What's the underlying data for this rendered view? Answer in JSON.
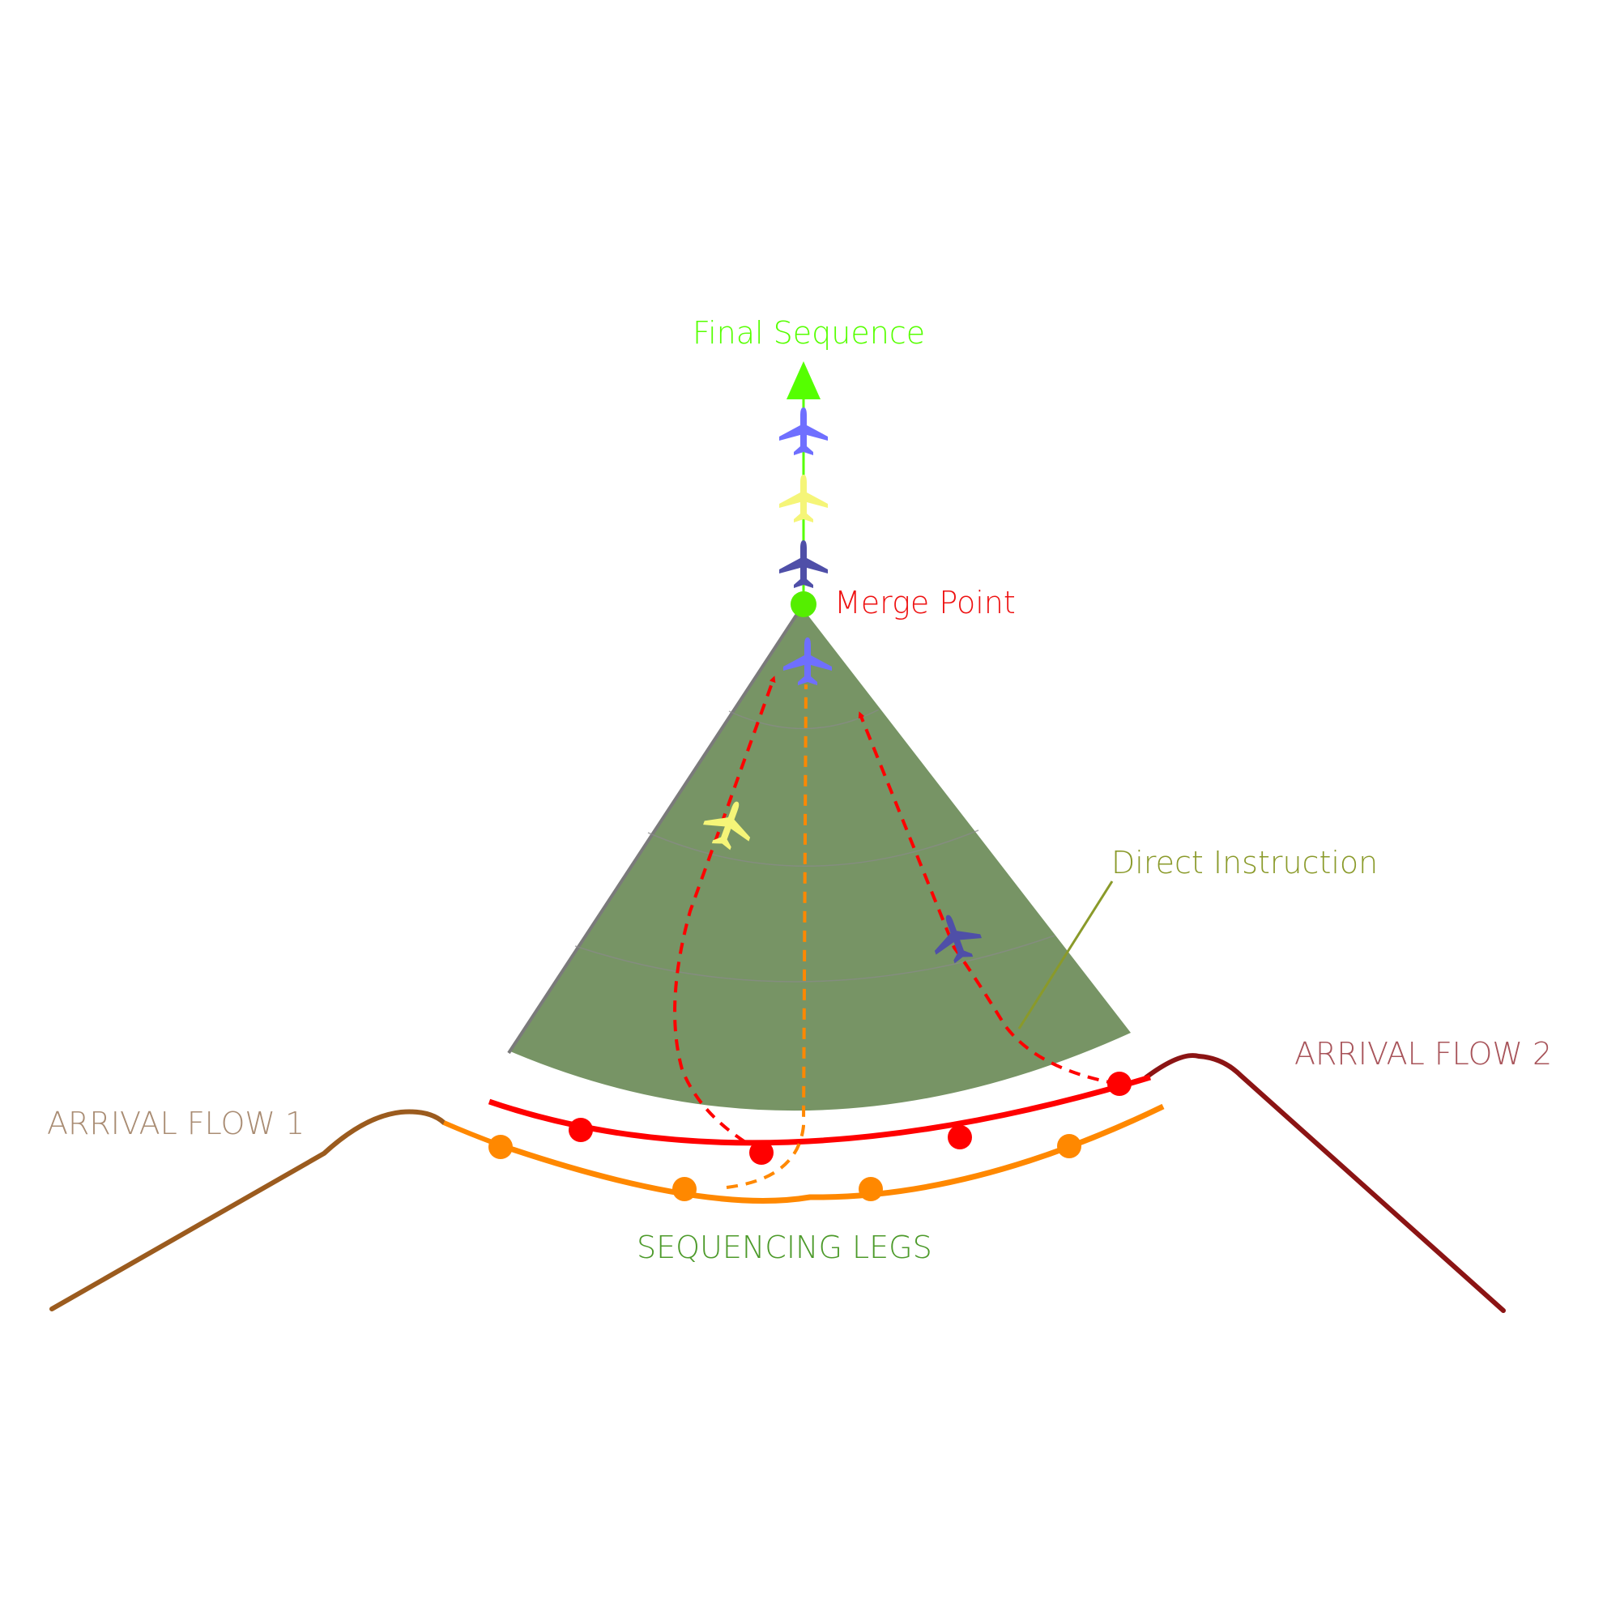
{
  "labels": {
    "final_sequence": "Final Sequence",
    "merge_point": "Merge Point",
    "direct_instruction": "Direct Instruction",
    "arrival_flow_1": "ARRIVAL FLOW 1",
    "arrival_flow_2": "ARRIVAL FLOW 2",
    "sequencing_legs": "SEQUENCING LEGS"
  },
  "colors": {
    "sector_fill": "#779465",
    "final_sequence": "#55ff00",
    "merge_point_label": "#ee1111",
    "merge_point": "#55ee00",
    "direct_instruction": "#8a9a2a",
    "arrival_flow_1": "#9b5b1e",
    "arrival_flow_1_label": "#a98c73",
    "arrival_flow_2": "#8b1414",
    "arrival_flow_2_label": "#a8545a",
    "sequencing_legs_label": "#4c9a2a",
    "inner_leg": "#ff0000",
    "outer_leg": "#ff8800",
    "aircraft_blue": "#6f6fff",
    "aircraft_yellow": "#f5f578",
    "aircraft_navy": "#4f4fa8"
  },
  "icons": {
    "aircraft": "airplane-icon",
    "merge_point": "dot-icon",
    "final_arrow": "arrow-up-icon"
  }
}
